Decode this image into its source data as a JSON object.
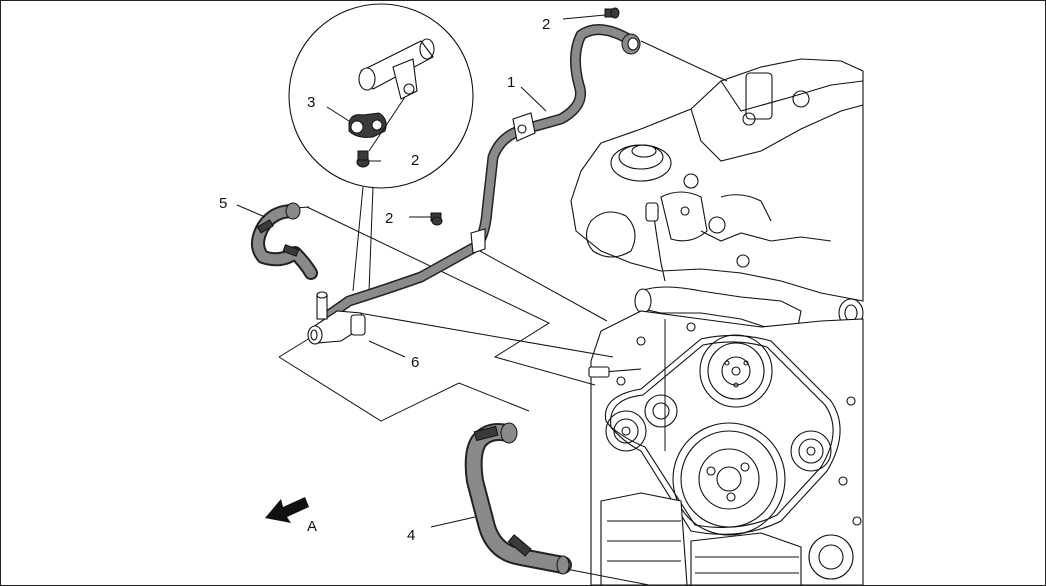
{
  "diagram": {
    "callouts": {
      "c1": "1",
      "c2_top": "2",
      "c2_inset": "2",
      "c2_mid": "2",
      "c3": "3",
      "c4": "4",
      "c5": "5",
      "c6": "6"
    },
    "view_label": "A",
    "colors": {
      "hose": "#8a8a8a",
      "outline": "#222222",
      "background": "#ffffff"
    }
  }
}
